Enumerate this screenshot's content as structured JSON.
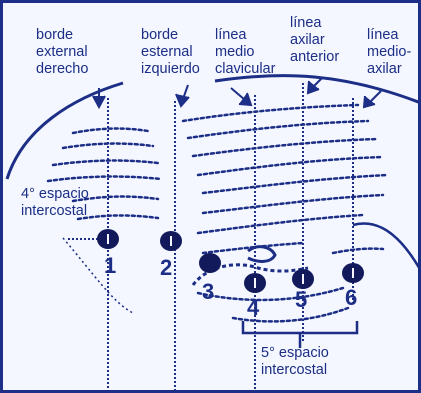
{
  "labels": {
    "borde_derecho": [
      "borde",
      "external",
      "derecho"
    ],
    "borde_izquierdo": [
      "borde",
      "esternal",
      "izquierdo"
    ],
    "linea_medio_clavicular": [
      "línea",
      "medio",
      "clavicular"
    ],
    "linea_axilar_anterior": [
      "línea",
      "axilar",
      "anterior"
    ],
    "linea_medio_axilar": [
      "línea",
      "medio-",
      "axilar"
    ],
    "cuarto_espacio": [
      "4° espacio",
      "intercostal"
    ],
    "quinto_espacio": [
      "5° espacio",
      "intercostal"
    ]
  },
  "leads": [
    "1",
    "2",
    "3",
    "4",
    "5",
    "6"
  ],
  "colors": {
    "ink": "#1c2e86",
    "electrode": "#121a5c",
    "background": "#f4f7ff"
  }
}
